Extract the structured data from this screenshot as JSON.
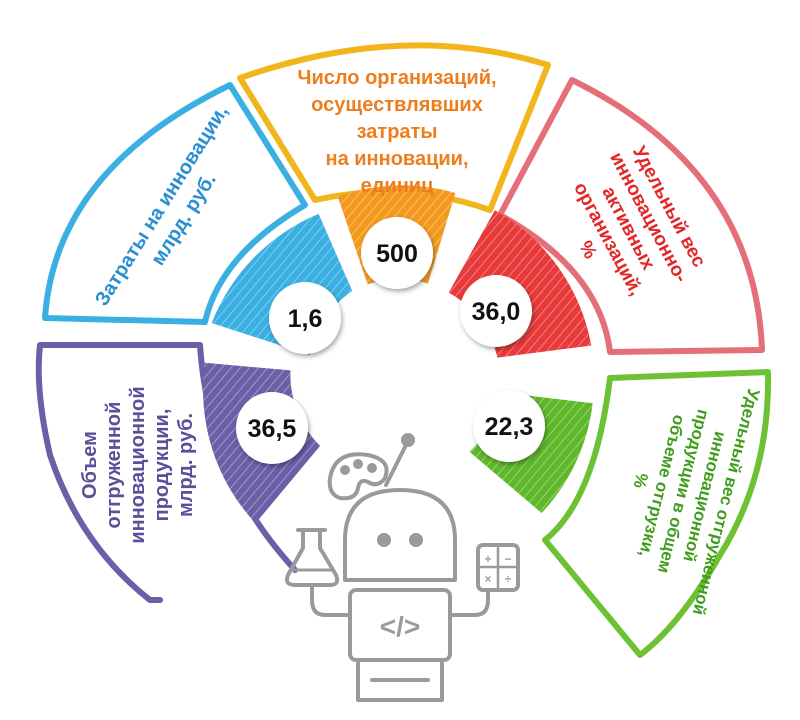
{
  "segments": [
    {
      "id": "purple",
      "color": "#6b5fa8",
      "value": "36,5",
      "label_lines": [
        "Объем",
        "отгруженной",
        "инновационной",
        "продукции,",
        "млрд. руб."
      ]
    },
    {
      "id": "blue",
      "color": "#3ab0e2",
      "value": "1,6",
      "label_lines": [
        "Затраты на инновации,",
        "млрд. руб."
      ]
    },
    {
      "id": "orange",
      "color": "#f39a1e",
      "value": "500",
      "label_lines": [
        "Число организаций,",
        "осуществлявших",
        "затраты",
        "на инновации,",
        "единиц"
      ]
    },
    {
      "id": "red",
      "color": "#e83a3a",
      "value": "36,0",
      "label_lines": [
        "Удельный вес",
        "инновационно-",
        "активных",
        "организаций,",
        "%"
      ]
    },
    {
      "id": "green",
      "color": "#5fb82a",
      "value": "22,3",
      "label_lines": [
        "Удельный вес отгруженной",
        "инновационной",
        "продукции в общем",
        "объеме отгрузки,",
        "%"
      ]
    }
  ],
  "robot": {
    "screen_symbol": "</>"
  },
  "colors": {
    "frame_purple": "#6b5fa8",
    "frame_blue": "#3ab0e2",
    "frame_orange": "#f2b51c",
    "frame_red": "#e46f78",
    "frame_green": "#6cc233",
    "robot_gray": "#9a9a9a"
  }
}
